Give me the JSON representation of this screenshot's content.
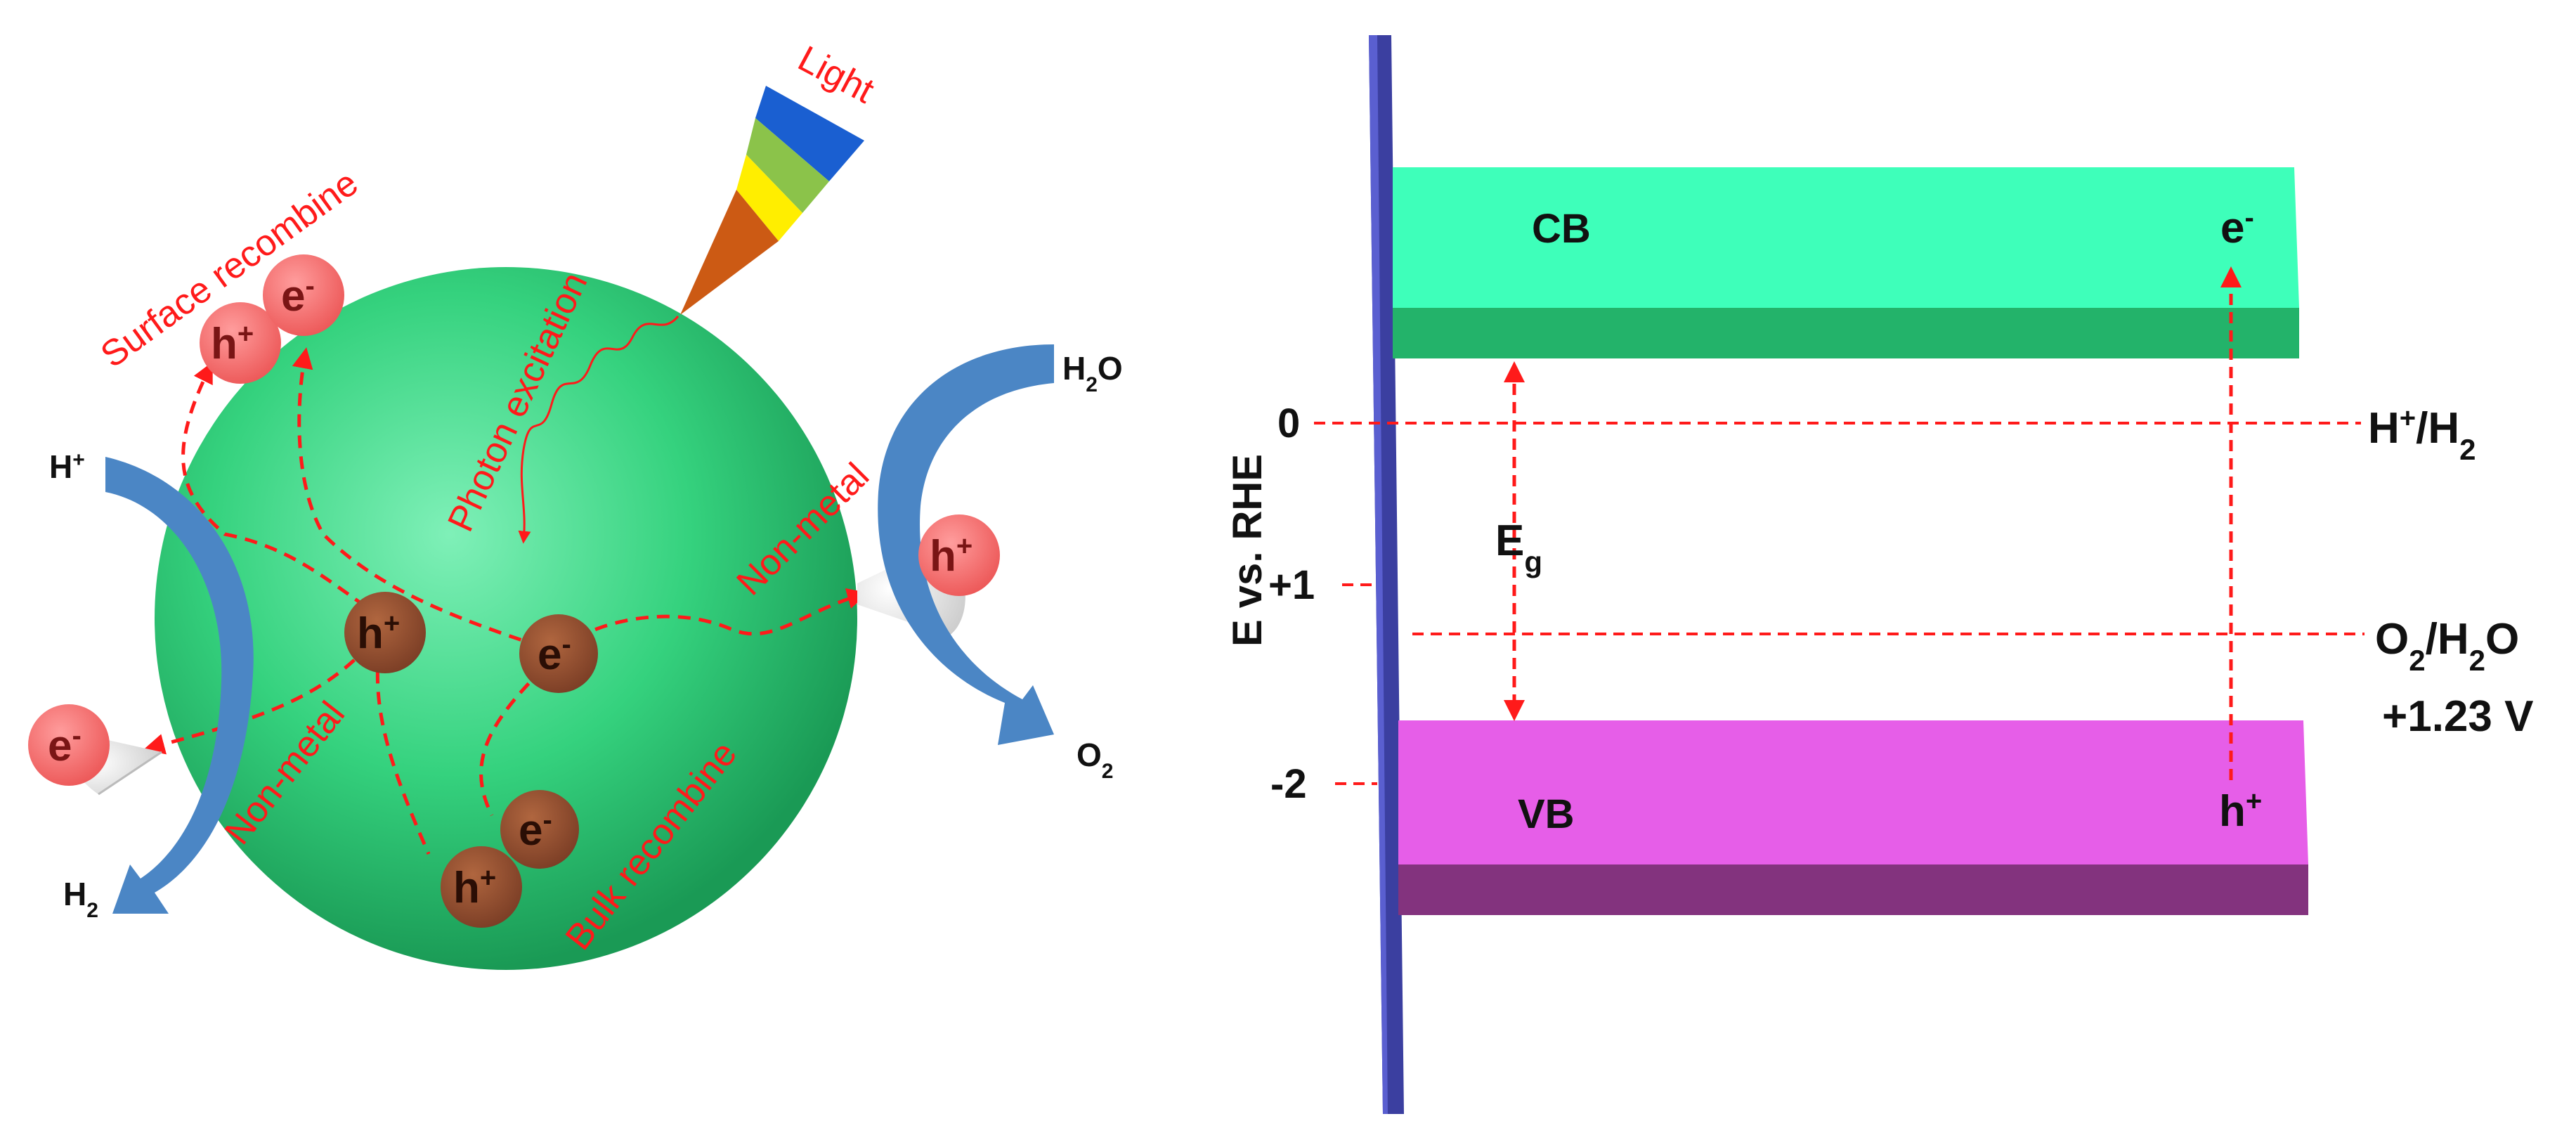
{
  "colors": {
    "sphere": "#35d27e",
    "cb_top": "#3effba",
    "cb_side": "#23b36a",
    "vb_top": "#e65ee8",
    "vb_side": "#83337e",
    "axis_bar": "#3b3fa0",
    "arrow_blue": "#4b86c5",
    "red": "#ff1a1a",
    "carrier_brown": "#8e4a2f",
    "carrier_pink": "#f06a6a"
  },
  "left_panel": {
    "light": "Light",
    "surface_recombine": "Surface recombine",
    "photon_excitation": "Photon excitation",
    "non_metal_right": "Non-metal",
    "non_metal_left": "Non-metal",
    "bulk_recombine": "Bulk recombine",
    "h_plus_in": {
      "base": "H",
      "sup": "+"
    },
    "h2_out": {
      "base": "H",
      "sub": "2"
    },
    "h2o_in": {
      "base": "H",
      "sub": "2",
      "tail": "O"
    },
    "o2_out": {
      "base": "O",
      "sub": "2"
    },
    "carriers": {
      "hole": {
        "base": "h",
        "sup": "+"
      },
      "electron": {
        "base": "e",
        "sup": "-"
      }
    }
  },
  "right_panel": {
    "axis_label": "E vs. RHE",
    "ticks": [
      "0",
      "+1",
      "-2"
    ],
    "cb_label": "CB",
    "vb_label": "VB",
    "electron": {
      "base": "e",
      "sup": "-"
    },
    "hole": {
      "base": "h",
      "sup": "+"
    },
    "eg": {
      "base": "E",
      "sub": "g"
    },
    "h_couple": {
      "h": "H",
      "sup": "+",
      "slash": "/H",
      "sub": "2"
    },
    "o_couple": {
      "o": "O",
      "sub1": "2",
      "mid": "/H",
      "sub2": "2",
      "tail": "O"
    },
    "potential": "+1.23 V"
  }
}
